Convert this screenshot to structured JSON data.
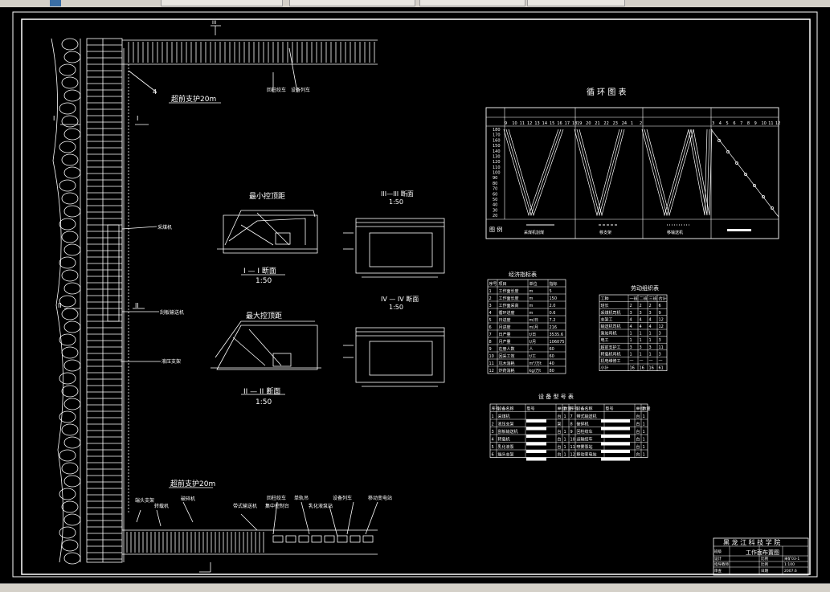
{
  "drawing": {
    "cycle_chart": {
      "title": "循 环 图 表",
      "legend_label": "图 例",
      "legend_items": [
        "采煤机割煤",
        "移支架",
        "移输送机",
        ""
      ],
      "y_ticks": [
        "180",
        "170",
        "160",
        "150",
        "140",
        "130",
        "120",
        "110",
        "100",
        "90",
        "80",
        "70",
        "60",
        "50",
        "40",
        "30",
        "20"
      ],
      "hour_ticks_1": [
        "9",
        "10",
        "11",
        "12",
        "13",
        "14",
        "15",
        "16",
        "17",
        "18"
      ],
      "hour_ticks_2": [
        "19",
        "20",
        "21",
        "22",
        "23",
        "24",
        "1",
        "2"
      ],
      "hour_ticks_3": [
        "3",
        "4",
        "5",
        "6",
        "7",
        "8",
        "9",
        "10",
        "11",
        "12"
      ]
    },
    "sections": {
      "min_title": "最小控顶距",
      "s1_title": "I — I 断面",
      "s1_scale": "1:50",
      "max_title": "最大控顶距",
      "s2_title": "II — II 断面",
      "s2_scale": "1:50",
      "s3_title": "III—III 断面",
      "s3_scale": "1:50",
      "s4_title": "IV — IV 断面",
      "s4_scale": "1:50"
    },
    "plan_labels": {
      "support_top": "超前支护20m",
      "support_bottom": "超前支护20m",
      "num4": "4",
      "sec_I": "I",
      "sec_II": "II",
      "sec_III": "III",
      "lbl_shearer": "采煤机",
      "lbl_conveyor": "刮板输送机",
      "lbl_support": "液压支架",
      "lbl_end_support": "端头支架",
      "lbl_transfer": "转载机",
      "lbl_crusher": "破碎机",
      "lbl_belt": "带式输送机",
      "lbl_pump": "乳化液泵站",
      "lbl_switch": "移动变电站",
      "lbl_winch": "回柱绞车",
      "lbl_rail": "单轨吊",
      "lbl_ctrl": "集中控制台",
      "lbl_equip": "设备列车"
    },
    "econ_table": {
      "title": "经济指标表",
      "headers": [
        "序号",
        "项目",
        "单位",
        "指标"
      ],
      "rows": [
        [
          "1",
          "工作面长度",
          "m",
          "5"
        ],
        [
          "2",
          "工作面长度",
          "m",
          "150"
        ],
        [
          "3",
          "工作面采高",
          "m",
          "2.0"
        ],
        [
          "4",
          "循环进度",
          "m",
          "0.6"
        ],
        [
          "5",
          "日进度",
          "m/日",
          "7.2"
        ],
        [
          "6",
          "月进度",
          "m/月",
          "216"
        ],
        [
          "7",
          "日产量",
          "t/日",
          "3535.6"
        ],
        [
          "8",
          "月产量",
          "t/月",
          "106075"
        ],
        [
          "9",
          "在册人数",
          "人",
          "60"
        ],
        [
          "10",
          "回采工效",
          "t/工",
          "60"
        ],
        [
          "11",
          "坑木消耗",
          "m³/万t",
          "40"
        ],
        [
          "12",
          "炸药消耗",
          "kg/万t",
          "80"
        ]
      ]
    },
    "labor_table": {
      "title": "劳动组织表",
      "headers": [
        "工种",
        "一班",
        "二班",
        "三班",
        "合计"
      ],
      "rows": [
        [
          "班长",
          "2",
          "2",
          "2",
          "6"
        ],
        [
          "采煤机司机",
          "3",
          "3",
          "3",
          "9"
        ],
        [
          "支架工",
          "4",
          "4",
          "4",
          "12"
        ],
        [
          "输送机司机",
          "4",
          "4",
          "4",
          "12"
        ],
        [
          "泵站司机",
          "1",
          "1",
          "1",
          "3"
        ],
        [
          "电工",
          "1",
          "1",
          "1",
          "3"
        ],
        [
          "超前支护工",
          "3",
          "3",
          "3",
          "11"
        ],
        [
          "转载机司机",
          "1",
          "1",
          "1",
          "3"
        ],
        [
          "机电维修工",
          "一",
          "一",
          "一",
          "一"
        ],
        [
          "小计",
          "16",
          "16",
          "16",
          "61"
        ]
      ]
    },
    "equip_table": {
      "title": "设 备 型 号 表",
      "headers": [
        "序号",
        "设备名称",
        "型号",
        "单位",
        "数量",
        "序号",
        "设备名称",
        "型号",
        "单位",
        "数量"
      ],
      "rows": [
        [
          "1",
          "采煤机",
          "",
          "台",
          "1",
          "7",
          "带式输送机",
          "",
          "台",
          "1"
        ],
        [
          "2",
          "液压支架",
          "",
          "架",
          "",
          "8",
          "破碎机",
          "",
          "台",
          "1"
        ],
        [
          "3",
          "刮板输送机",
          "",
          "台",
          "1",
          "9",
          "回柱绞车",
          "",
          "台",
          "1"
        ],
        [
          "4",
          "转载机",
          "",
          "台",
          "1",
          "10",
          "运输绞车",
          "",
          "台",
          "1"
        ],
        [
          "5",
          "乳化液泵",
          "",
          "台",
          "1",
          "11",
          "喷雾泵站",
          "",
          "台",
          "1"
        ],
        [
          "6",
          "端头支架",
          "",
          "台",
          "1",
          "12",
          "移动变电站",
          "",
          "台",
          "1"
        ]
      ]
    },
    "title_block": {
      "school": "黑 龙 江 科 技 学 院",
      "drawing_name": "工作面布置图",
      "r1": [
        "班级",
        "",
        "",
        "",
        ""
      ],
      "r2": [
        "设计",
        "",
        "比例",
        "采矿03-1"
      ],
      "r3": [
        "指导教师",
        "",
        "比例",
        "1:100"
      ],
      "r4": [
        "审查",
        "",
        "日期",
        "2007.6"
      ]
    }
  }
}
